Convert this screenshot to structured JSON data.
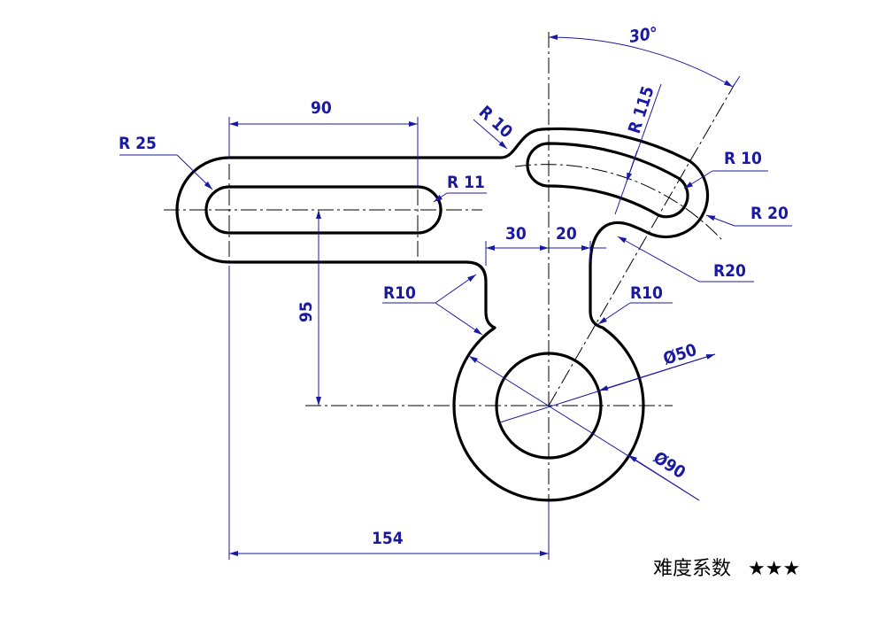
{
  "drawing": {
    "dimensions": {
      "len_90": "90",
      "len_154": "154",
      "len_95": "95",
      "len_30": "30",
      "len_20": "20",
      "angle_30": "30°",
      "r25": "R 25",
      "r11": "R 11",
      "r10_top": "R 10",
      "r115": "R 115",
      "r10_right": "R 10",
      "r20_right": "R 20",
      "r20_lower": "R20",
      "r10_left": "R10",
      "r10_lower_right": "R10",
      "dia50": "Ø50",
      "dia90": "Ø90"
    },
    "colors": {
      "dimension": "#1a1aa0",
      "outline": "#000000"
    }
  },
  "footer": {
    "difficulty_label": "难度系数",
    "difficulty_stars": "★★★",
    "difficulty_rating": 3
  }
}
